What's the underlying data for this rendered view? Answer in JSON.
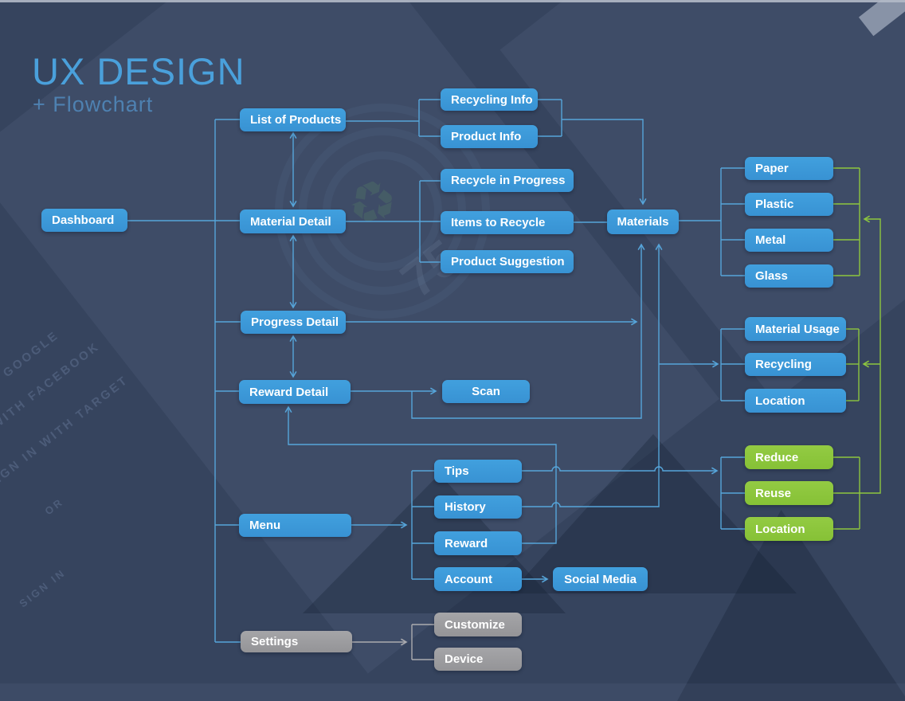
{
  "title": {
    "heading": "UX DESIGN",
    "subheading": "+ Flowchart"
  },
  "colors": {
    "background": "#36445E",
    "box_blue": "#3C98D8",
    "box_green": "#8DC63F",
    "box_gray": "#9D9DA0",
    "line_blue": "#56A5DA",
    "line_green": "#8DC63F",
    "line_gray": "#ABABAF",
    "heading_blue": "#4AA0DB",
    "subheading_blue": "#4E81B1",
    "node_text": "#FFFFFF"
  },
  "nodes": {
    "dashboard": "Dashboard",
    "list_of_products": "List of Products",
    "material_detail": "Material Detail",
    "progress_detail": "Progress Detail",
    "reward_detail": "Reward Detail",
    "menu": "Menu",
    "settings": "Settings",
    "recycling_info": "Recycling Info",
    "product_info": "Product Info",
    "recycle_in_progress": "Recycle in Progress",
    "items_to_recycle": "Items to Recycle",
    "product_suggestion": "Product Suggestion",
    "scan": "Scan",
    "tips": "Tips",
    "history": "History",
    "reward": "Reward",
    "account": "Account",
    "social_media": "Social Media",
    "customize": "Customize",
    "device": "Device",
    "materials": "Materials",
    "paper": "Paper",
    "plastic": "Plastic",
    "metal": "Metal",
    "glass": "Glass",
    "material_usage": "Material Usage",
    "recycling": "Recycling",
    "location_materials": "Location",
    "reduce": "Reduce",
    "reuse": "Reuse",
    "location_reduce": "Location"
  },
  "edges": [
    {
      "from": "dashboard",
      "to": "material_detail"
    },
    {
      "from": "dashboard",
      "to": "list_of_products"
    },
    {
      "from": "dashboard",
      "to": "progress_detail"
    },
    {
      "from": "dashboard",
      "to": "reward_detail"
    },
    {
      "from": "dashboard",
      "to": "menu"
    },
    {
      "from": "dashboard",
      "to": "settings"
    },
    {
      "from": "list_of_products",
      "to": "material_detail",
      "bidirectional": true
    },
    {
      "from": "material_detail",
      "to": "progress_detail",
      "bidirectional": true
    },
    {
      "from": "progress_detail",
      "to": "reward_detail",
      "bidirectional": true
    },
    {
      "from": "list_of_products",
      "to": "recycling_info"
    },
    {
      "from": "list_of_products",
      "to": "product_info"
    },
    {
      "from": "recycling_info",
      "to": "materials"
    },
    {
      "from": "product_info",
      "to": "materials"
    },
    {
      "from": "material_detail",
      "to": "recycle_in_progress"
    },
    {
      "from": "material_detail",
      "to": "items_to_recycle"
    },
    {
      "from": "material_detail",
      "to": "product_suggestion"
    },
    {
      "from": "items_to_recycle",
      "to": "materials"
    },
    {
      "from": "progress_detail",
      "to": "materials"
    },
    {
      "from": "reward_detail",
      "to": "scan"
    },
    {
      "from": "reward_detail",
      "to": "materials"
    },
    {
      "from": "materials",
      "to": "paper"
    },
    {
      "from": "materials",
      "to": "plastic"
    },
    {
      "from": "materials",
      "to": "metal"
    },
    {
      "from": "materials",
      "to": "glass"
    },
    {
      "from": "history",
      "to": "materials"
    },
    {
      "from": "history",
      "to": "material_usage"
    },
    {
      "from": "history",
      "to": "recycling"
    },
    {
      "from": "history",
      "to": "location_materials"
    },
    {
      "from": "tips",
      "to": "reduce"
    },
    {
      "from": "tips",
      "to": "reuse"
    },
    {
      "from": "tips",
      "to": "location_reduce"
    },
    {
      "from": "menu",
      "to": "tips"
    },
    {
      "from": "menu",
      "to": "history"
    },
    {
      "from": "menu",
      "to": "reward"
    },
    {
      "from": "menu",
      "to": "account"
    },
    {
      "from": "reward",
      "to": "reward_detail"
    },
    {
      "from": "account",
      "to": "social_media"
    },
    {
      "from": "settings",
      "to": "customize"
    },
    {
      "from": "settings",
      "to": "device"
    },
    {
      "from": "reuse",
      "to": "paper_plastic_metal_glass_group"
    },
    {
      "from": "reuse",
      "to": "material_usage_group"
    },
    {
      "from": "reduce",
      "to": "location_reduce",
      "bidirectional": true
    }
  ],
  "background": {
    "watermarks": [
      "GOOGLE",
      "WITH FACEBOOK",
      "SIGN IN WITH TARGET",
      "OR",
      "SIGN IN",
      "75"
    ],
    "recycle_symbol": "♻"
  }
}
